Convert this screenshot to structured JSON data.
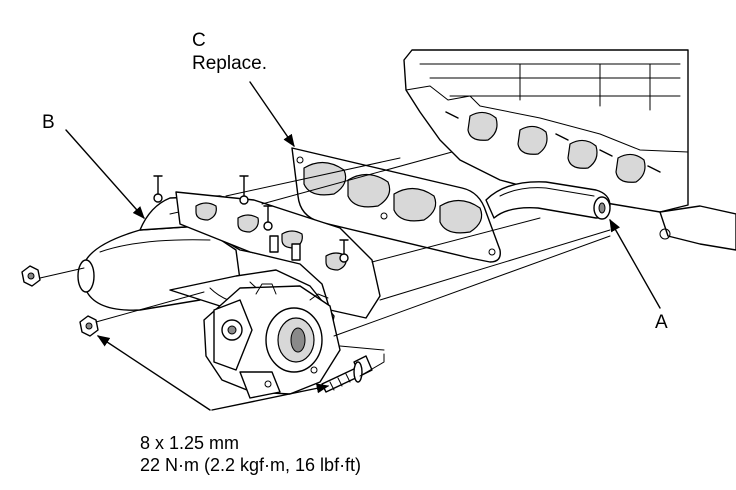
{
  "labels": {
    "a": "A",
    "b": "B",
    "c": "C",
    "c_note": "Replace."
  },
  "spec": {
    "size": "8 x 1.25 mm",
    "torque": "22 N·m (2.2 kgf·m, 16 lbf·ft)"
  },
  "icons": [
    "cylinder-head",
    "intake-manifold",
    "manifold-gasket",
    "throttle-body",
    "flange-nut",
    "flange-bolt",
    "water-bypass-hose"
  ]
}
